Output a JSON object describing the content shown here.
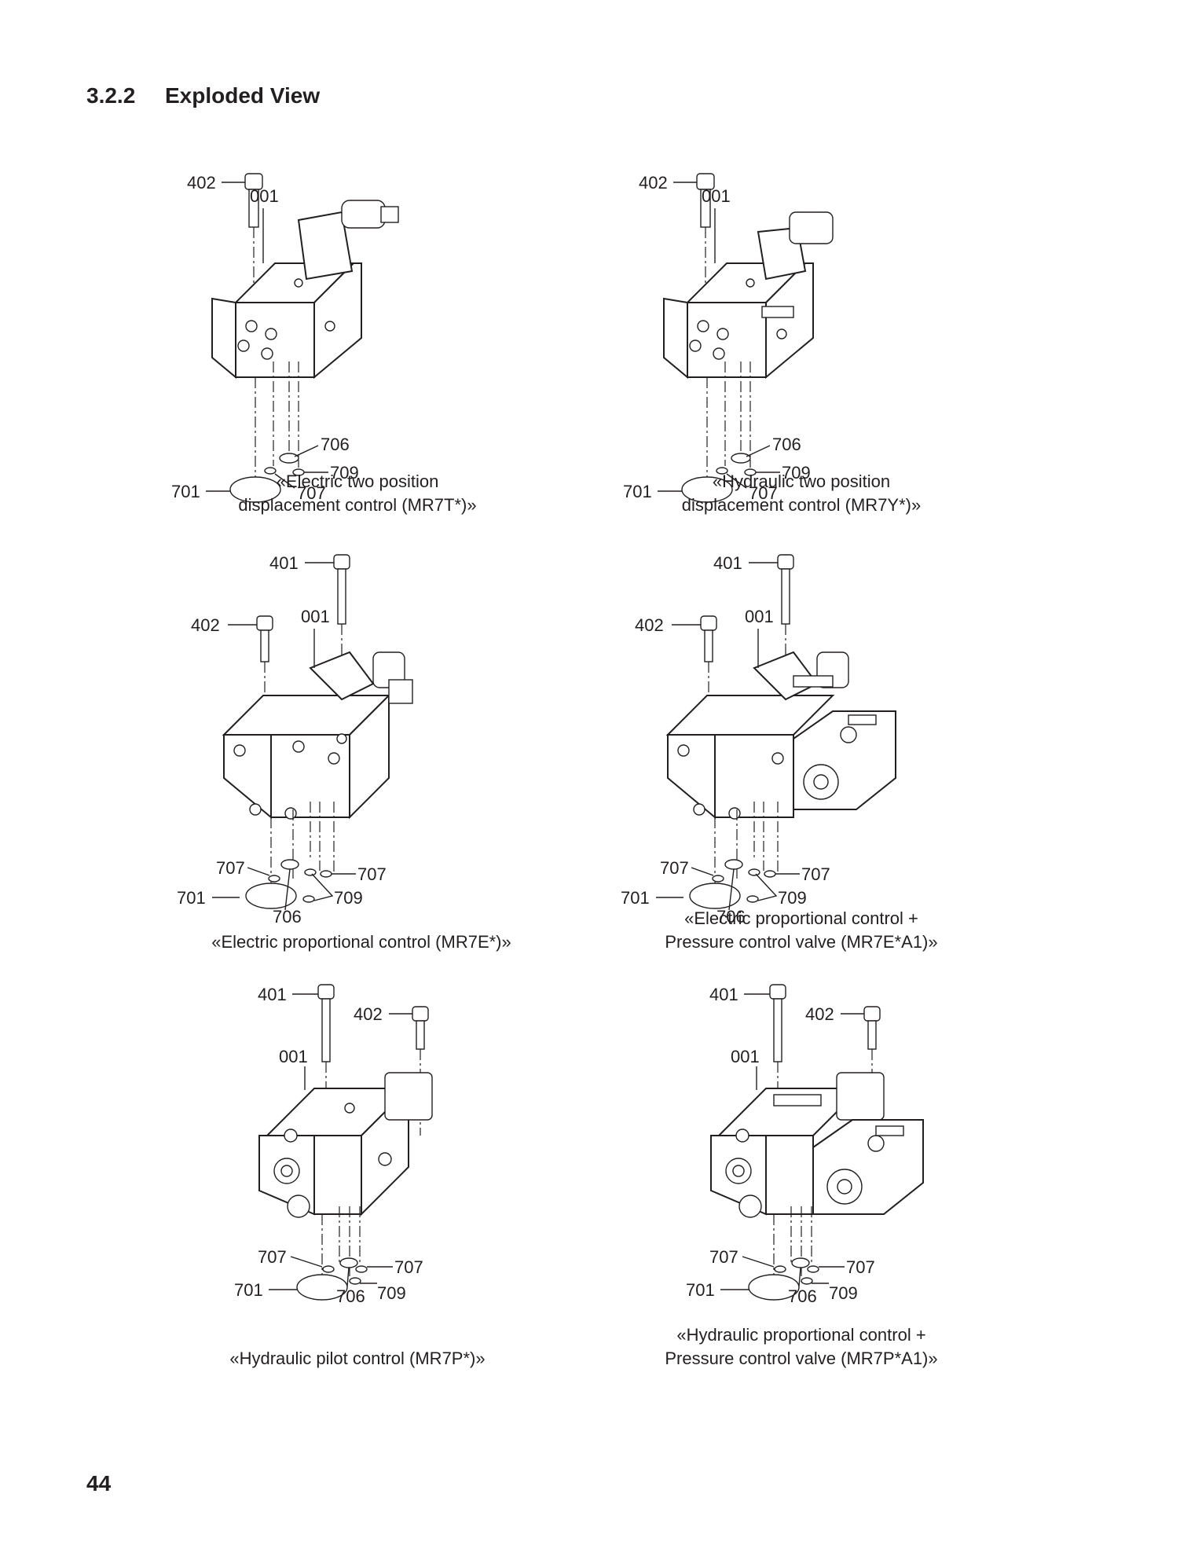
{
  "heading": {
    "number": "3.2.2",
    "title": "Exploded View"
  },
  "page_number": "44",
  "panels": [
    {
      "caption": [
        "«Electric two position",
        "displacement control (MR7T*)»"
      ],
      "labels": {
        "402": "402",
        "001": "001",
        "706": "706",
        "709": "709",
        "707": "707",
        "701": "701"
      }
    },
    {
      "caption": [
        "«Hydraulic two position",
        "displacement control (MR7Y*)»"
      ],
      "labels": {
        "402": "402",
        "001": "001",
        "706": "706",
        "709": "709",
        "707": "707",
        "701": "701"
      }
    },
    {
      "caption": [
        "«Electric proportional control (MR7E*)»"
      ],
      "labels": {
        "401": "401",
        "402": "402",
        "001": "001",
        "707a": "707",
        "707b": "707",
        "701": "701",
        "709": "709",
        "706": "706"
      }
    },
    {
      "caption": [
        "«Electric proportional control +",
        "Pressure control valve (MR7E*A1)»"
      ],
      "labels": {
        "401": "401",
        "402": "402",
        "001": "001",
        "707a": "707",
        "707b": "707",
        "701": "701",
        "709": "709",
        "706": "706"
      }
    },
    {
      "caption": [
        "«Hydraulic pilot control (MR7P*)»"
      ],
      "labels": {
        "401": "401",
        "402": "402",
        "001": "001",
        "707a": "707",
        "707b": "707",
        "701": "701",
        "706": "706",
        "709": "709"
      }
    },
    {
      "caption": [
        "«Hydraulic proportional control +",
        "Pressure control valve (MR7P*A1)»"
      ],
      "labels": {
        "401": "401",
        "402": "402",
        "001": "001",
        "707a": "707",
        "707b": "707",
        "701": "701",
        "706": "706",
        "709": "709"
      }
    }
  ]
}
